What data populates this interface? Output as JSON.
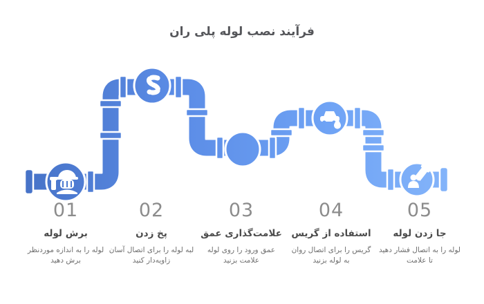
{
  "title": "فرآیند نصب لوله پلی ران",
  "diagram": {
    "type": "process-pipeline",
    "description_semantics": "Blue pipe winding across the canvas with circular icon nodes marking each of 5 steps",
    "colors": {
      "background": "#ffffff",
      "pipe_gradient_start": "#4773c8",
      "pipe_gradient_mid1": "#5b8ce6",
      "pipe_gradient_mid2": "#6fa3f5",
      "pipe_gradient_end": "#85b5fa",
      "icon_color": "#ffffff",
      "title_text": "#55565a",
      "number_text": "#8c8c8c",
      "step_title_text": "#4c4c4c",
      "step_desc_text": "#6e6e6e"
    }
  },
  "steps": [
    {
      "number": "01",
      "title": "برش لوله",
      "description": "لوله را به اندازه موردنظر برش دهید",
      "icon": "worker-icon"
    },
    {
      "number": "02",
      "title": "پخ زدن",
      "description": "لبه لوله را برای اتصال آسان زاویه‌دار کنید",
      "icon": "bevel-pipe-icon"
    },
    {
      "number": "03",
      "title": "علامت‌گذاری عمق",
      "description": "عمق ورود را روی لوله علامت بزنید",
      "icon": "none"
    },
    {
      "number": "04",
      "title": "استفاده از گریس",
      "description": "گریس را برای اتصال روان به لوله بزنید",
      "icon": "grease-droplet-icon"
    },
    {
      "number": "05",
      "title": "جا زدن لوله",
      "description": "لوله را به اتصال فشار دهید تا علامت",
      "icon": "insert-pipe-icon"
    }
  ]
}
